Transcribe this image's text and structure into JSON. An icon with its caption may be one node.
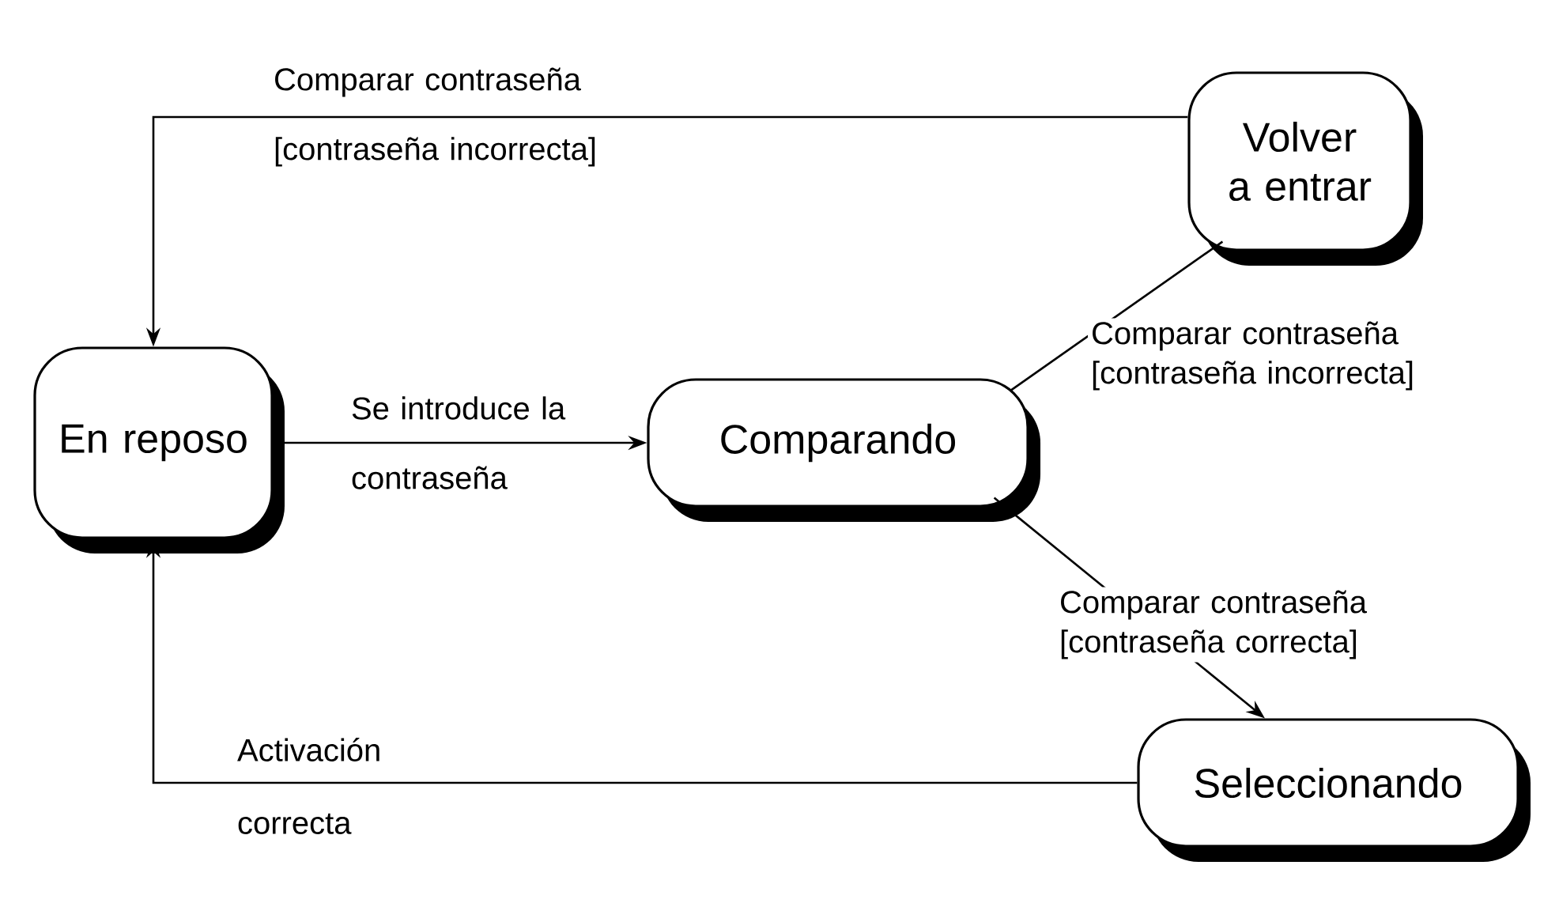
{
  "diagram": {
    "nodes": [
      {
        "text": [
          "En reposo"
        ]
      },
      {
        "text": [
          "Comparando"
        ]
      },
      {
        "text": [
          "Volver a entrar"
        ]
      },
      {
        "text": [
          "Seleccionando"
        ]
      }
    ],
    "edges": [
      {
        "from": 2,
        "to": 0,
        "arrow": "to",
        "label": "Comparar contraseña [contraseña incorrecta]"
      },
      {
        "from": 0,
        "to": 1,
        "arrow": "to",
        "label": "Se introduce la contraseña"
      },
      {
        "from": 1,
        "to": 2,
        "arrow": "none",
        "label": "Comparar contraseña [contraseña incorrecta]"
      },
      {
        "from": 1,
        "to": 3,
        "arrow": "to",
        "label": "Comparar contraseña [contraseña correcta]"
      },
      {
        "from": 3,
        "to": 0,
        "arrow": "to",
        "label": "Activación correcta"
      }
    ]
  }
}
